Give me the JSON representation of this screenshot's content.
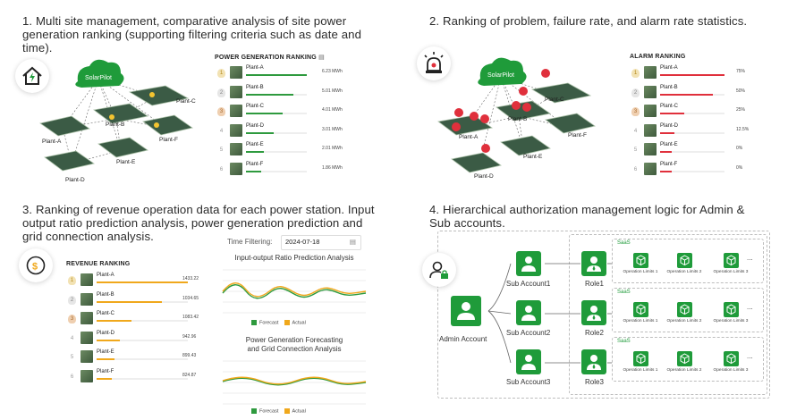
{
  "q1": {
    "heading_line1": "1. Multi site management, comparative analysis of site power",
    "heading_line2": "generation ranking (supporting filtering criteria such as date and",
    "heading_line3": "time).",
    "cloud_label": "SolarPilot",
    "plants": [
      "Plant-C",
      "Plant-B",
      "Plant-A",
      "Plant-F",
      "Plant-E",
      "Plant-D"
    ],
    "ranking": {
      "title": "POWER GENERATION RANKING",
      "bar_color": "#2e9a3e",
      "rows": [
        {
          "rank": "1",
          "name": "Plant-A",
          "value": "6.23 MWh",
          "fraction": 1.0
        },
        {
          "rank": "2",
          "name": "Plant-B",
          "value": "5.01 MWh",
          "fraction": 0.78
        },
        {
          "rank": "3",
          "name": "Plant-C",
          "value": "4.01 MWh",
          "fraction": 0.6
        },
        {
          "rank": "4",
          "name": "Plant-D",
          "value": "3.01 MWh",
          "fraction": 0.45
        },
        {
          "rank": "5",
          "name": "Plant-E",
          "value": "2.01 MWh",
          "fraction": 0.3
        },
        {
          "rank": "6",
          "name": "Plant-F",
          "value": "1.86 MWh",
          "fraction": 0.25
        }
      ]
    }
  },
  "q2": {
    "heading": "2. Ranking of problem, failure rate, and alarm rate statistics.",
    "cloud_label": "SolarPilot",
    "plants": [
      "Plant-C",
      "Plant-B",
      "Plant-A",
      "Plant-F",
      "Plant-E",
      "Plant-D"
    ],
    "ranking": {
      "title": "ALARM RANKING",
      "bar_color": "#e0303c",
      "rows": [
        {
          "rank": "1",
          "name": "Plant-A",
          "value": "75%",
          "fraction": 1.0
        },
        {
          "rank": "2",
          "name": "Plant-B",
          "value": "50%",
          "fraction": 0.82
        },
        {
          "rank": "3",
          "name": "Plant-C",
          "value": "25%",
          "fraction": 0.38
        },
        {
          "rank": "4",
          "name": "Plant-D",
          "value": "12.5%",
          "fraction": 0.22
        },
        {
          "rank": "5",
          "name": "Plant-E",
          "value": "0%",
          "fraction": 0.18
        },
        {
          "rank": "6",
          "name": "Plant-F",
          "value": "0%",
          "fraction": 0.18
        }
      ]
    }
  },
  "q3": {
    "heading_line1": "3. Ranking of revenue operation data for each power station. Input",
    "heading_line2": "output ratio prediction analysis, power generation prediction and",
    "heading_line3": "grid connection analysis.",
    "filter_label": "Time Filtering:",
    "filter_value": "2024-07-18",
    "ranking": {
      "title": "REVENUE RANKING",
      "bar_color": "#f0a81c",
      "rows": [
        {
          "rank": "1",
          "name": "Plant-A",
          "value": "1433.22",
          "fraction": 1.0
        },
        {
          "rank": "2",
          "name": "Plant-B",
          "value": "1034.65",
          "fraction": 0.72
        },
        {
          "rank": "3",
          "name": "Plant-C",
          "value": "1083.42",
          "fraction": 0.38
        },
        {
          "rank": "4",
          "name": "Plant-D",
          "value": "942.96",
          "fraction": 0.25
        },
        {
          "rank": "5",
          "name": "Plant-E",
          "value": "899.43",
          "fraction": 0.2
        },
        {
          "rank": "6",
          "name": "Plant-F",
          "value": "824.87",
          "fraction": 0.17
        }
      ]
    },
    "chart1": {
      "title": "Input-output Ratio Prediction Analysis",
      "legend": [
        {
          "label": "Forecast",
          "color": "#2e9a3e"
        },
        {
          "label": "Actual",
          "color": "#f0a81c"
        }
      ]
    },
    "chart2": {
      "title_line1": "Power Generation Forecasting",
      "title_line2": "and Grid Connection Analysis",
      "legend": [
        {
          "label": "Forecast",
          "color": "#2e9a3e"
        },
        {
          "label": "Actual",
          "color": "#f0a81c"
        }
      ]
    }
  },
  "q4": {
    "heading_line1": "4. Hierarchical authorization management logic for Admin &",
    "heading_line2": "Sub accounts.",
    "admin_label": "Admin Account",
    "accent_color": "#1f9b3a",
    "groups": [
      {
        "sub": "Sub Account1",
        "role": "Role1",
        "saas": "SaaS",
        "ops": [
          "Operation Limits 1",
          "Operation Limits 2",
          "Operation Limits 3"
        ],
        "more": "..."
      },
      {
        "sub": "Sub Account2",
        "role": "Role2",
        "saas": "SaaS",
        "ops": [
          "Operation Limits 1",
          "Operation Limits 2",
          "Operation Limits 3"
        ],
        "more": "..."
      },
      {
        "sub": "Sub Account3",
        "role": "Role3",
        "saas": "SaaS",
        "ops": [
          "Operation Limits 1",
          "Operation Limits 2",
          "Operation Limits 3"
        ],
        "more": "..."
      }
    ]
  }
}
